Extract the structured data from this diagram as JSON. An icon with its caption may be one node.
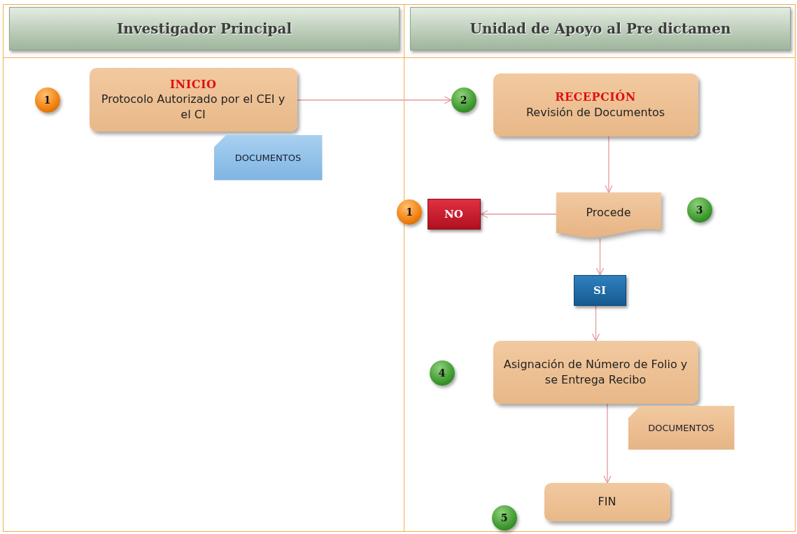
{
  "diagram": {
    "nodes": [
      {
        "text": [
          "Investigador Principal"
        ]
      },
      {
        "text": [
          "Unidad de Apoyo al Pre dictamen"
        ]
      },
      {
        "text": [
          "1"
        ],
        "in": 0
      },
      {
        "text": [
          "INICIO",
          "Protocolo Autorizado por el CEI y el CI"
        ],
        "in": 0
      },
      {
        "text": [
          "DOCUMENTOS"
        ],
        "in": 0
      },
      {
        "text": [
          "2"
        ],
        "in": 1
      },
      {
        "text": [
          "RECEPCIÓN",
          "Revisión de Documentos"
        ],
        "in": 1
      },
      {
        "text": [
          "1"
        ]
      },
      {
        "text": [
          "NO"
        ],
        "in": 1
      },
      {
        "text": [
          "Procede"
        ],
        "in": 1
      },
      {
        "text": [
          "3"
        ],
        "in": 1
      },
      {
        "text": [
          "SI"
        ],
        "in": 1
      },
      {
        "text": [
          "4"
        ],
        "in": 1
      },
      {
        "text": [
          "Asignación de Número de Folio y se Entrega Recibo"
        ],
        "in": 1
      },
      {
        "text": [
          "DOCUMENTOS"
        ],
        "in": 1
      },
      {
        "text": [
          "5"
        ],
        "in": 1
      },
      {
        "text": [
          "FIN"
        ],
        "in": 1
      }
    ],
    "edges": [
      {
        "from": 3,
        "to": 5,
        "arrow": "to"
      },
      {
        "from": 6,
        "to": 9,
        "arrow": "to"
      },
      {
        "from": 9,
        "to": 8,
        "arrow": "to"
      },
      {
        "from": 9,
        "to": 11,
        "arrow": "to"
      },
      {
        "from": 11,
        "to": 13,
        "arrow": "to"
      },
      {
        "from": 13,
        "to": 16,
        "arrow": "to"
      }
    ]
  }
}
